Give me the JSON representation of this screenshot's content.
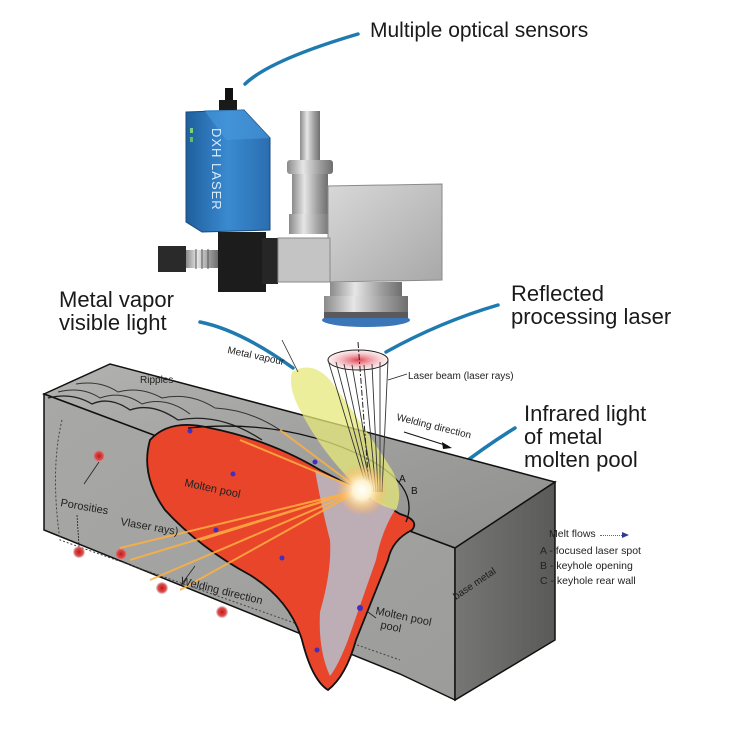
{
  "callouts": {
    "sensors": "Multiple optical sensors",
    "vapor_line1": "Metal vapor",
    "vapor_line2": "visible light",
    "reflected_line1": "Reflected",
    "reflected_line2": "processing laser",
    "infrared_line1": "Infrared light",
    "infrared_line2": "of metal",
    "infrared_line3": "molten pool"
  },
  "device": {
    "brand_label": "DXH LASER"
  },
  "diagram_labels": {
    "metal_vapour": "Metal vapour",
    "laser_beam": "Laser beam (laser rays)",
    "welding_direction_top": "Welding direction",
    "ripples": "Ripples",
    "porosities": "Porosities",
    "laser_rays": "Vlaser rays)",
    "molten_pool": "Molten pool",
    "welding_direction_bottom": "Welding direction",
    "molten_pool_side_line1": "Molten pool",
    "molten_pool_side_line2": "pool",
    "base_metal": "base metal",
    "point_a": "A",
    "point_b": "B"
  },
  "legend": {
    "melt_flows": "Melt flows",
    "items": [
      "A - focused laser spot",
      "B - keyhole opening",
      "C - keyhole rear wall"
    ]
  },
  "colors": {
    "callout_line": "#1f7ab0",
    "device_blue": "#2d78b8",
    "molten": "#e8452a",
    "vapor_plume": "#e6e87a",
    "metal_top": "#9a9a98",
    "metal_front": "#a3a3a1",
    "metal_side": "#6a6a68"
  }
}
